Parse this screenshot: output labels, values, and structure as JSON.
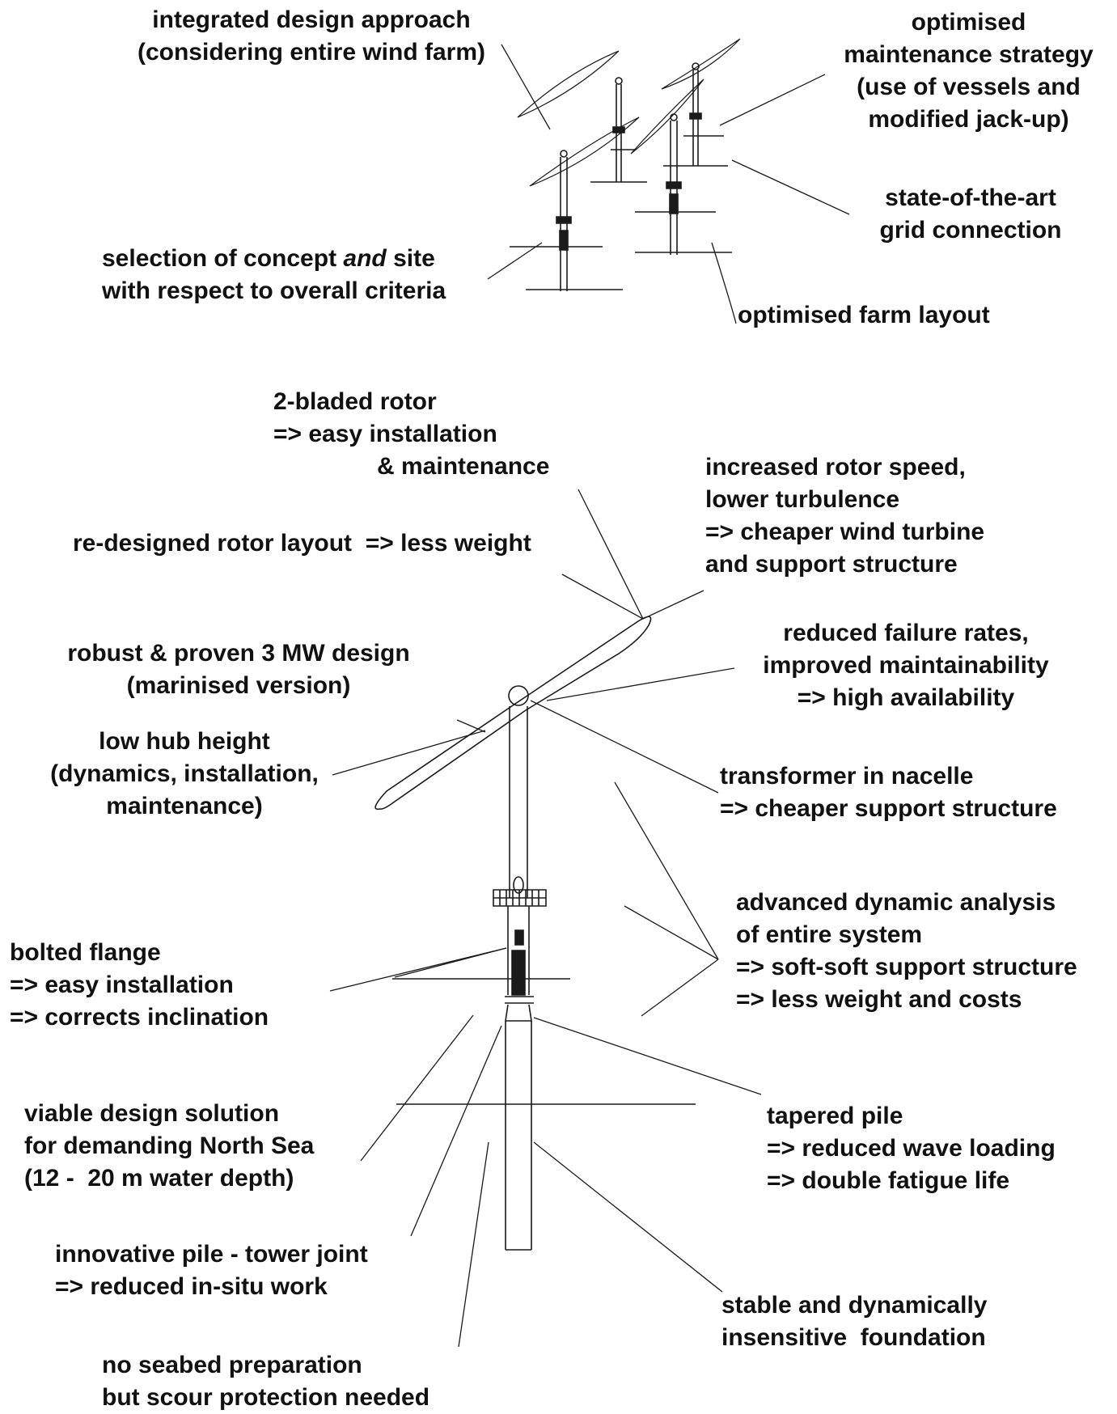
{
  "figure": {
    "farm_labels": {
      "integrated_design": [
        "integrated design approach",
        "(considering entire wind farm)"
      ],
      "maintenance_strategy": [
        "optimised",
        "maintenance strategy",
        "(use of vessels and",
        "modified jack-up)"
      ],
      "grid_connection": [
        "state-of-the-art",
        "grid connection"
      ],
      "concept_site": [
        "selection of concept",
        "and",
        "site",
        "with respect to overall criteria"
      ],
      "farm_layout": [
        "optimised farm layout"
      ]
    },
    "turbine_labels": {
      "two_bladed": [
        "2-bladed rotor",
        "=> easy installation",
        "& maintenance"
      ],
      "rotor_layout": [
        "re-designed rotor layout  => less weight"
      ],
      "rotor_speed": [
        "increased rotor speed,",
        "lower turbulence",
        "=> cheaper wind turbine",
        "and support structure"
      ],
      "proven_design": [
        "robust & proven 3 MW design",
        "(marinised version)"
      ],
      "failure_rates": [
        "reduced failure rates,",
        "improved maintainability",
        "=> high availability"
      ],
      "hub_height": [
        "low hub height",
        "(dynamics, installation,",
        "maintenance)"
      ],
      "transformer": [
        "transformer in nacelle",
        "=> cheaper support structure"
      ],
      "dynamic_analysis": [
        "advanced dynamic analysis",
        "of entire system",
        "=> soft-soft support structure",
        "=> less weight and costs"
      ],
      "bolted_flange": [
        "bolted flange",
        "=> easy installation",
        "=> corrects inclination"
      ],
      "viable_design": [
        "viable design solution",
        "for demanding North Sea",
        "(12 -  20 m water depth)"
      ],
      "tapered_pile": [
        "tapered pile",
        "=> reduced wave loading",
        "=> double fatigue life"
      ],
      "pile_joint": [
        "innovative pile - tower joint",
        "=> reduced in-situ work"
      ],
      "foundation": [
        "stable and dynamically",
        "insensitive  foundation"
      ],
      "seabed": [
        "no seabed preparation",
        "but scour protection needed"
      ]
    }
  }
}
